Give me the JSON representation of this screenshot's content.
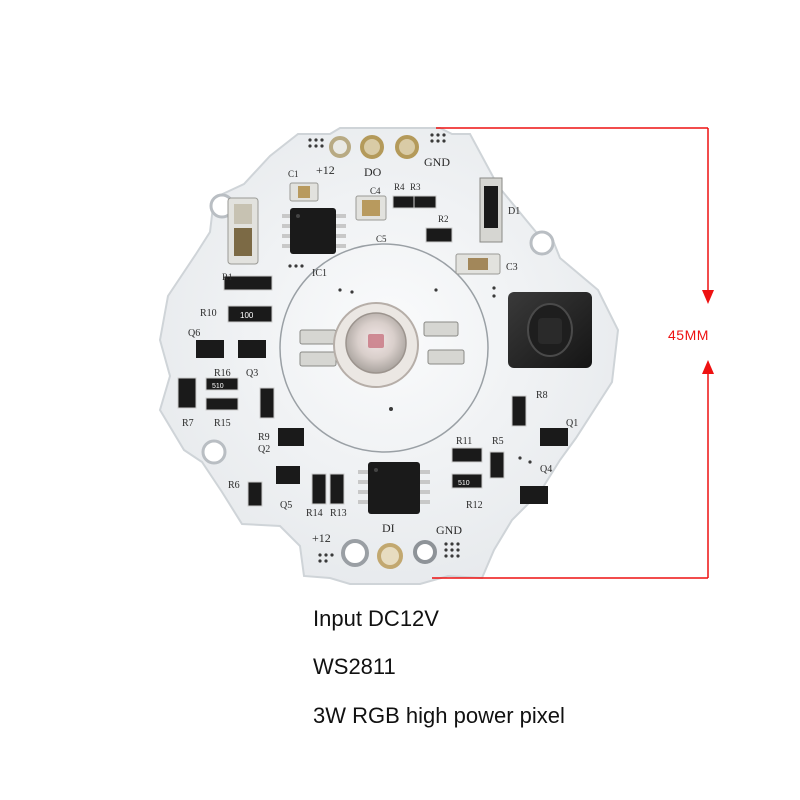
{
  "product": {
    "captions": {
      "input": "Input DC12V",
      "ic": "WS2811",
      "description": "3W RGB high power pixel"
    },
    "dimension": {
      "label": "45MM",
      "color": "#ee1111"
    }
  },
  "board": {
    "pads_top": {
      "plus12": "+12",
      "data_out": "DO",
      "gnd": "GND"
    },
    "pads_bottom": {
      "plus12": "+12",
      "data_in": "DI",
      "gnd": "GND"
    },
    "component_labels": {
      "c1": "C1",
      "c3": "C3",
      "c4": "C4",
      "c5": "C5",
      "r1": "R1",
      "r2": "R2",
      "r3": "R3",
      "r4": "R4",
      "r5": "R5",
      "r6": "R6",
      "r7": "R7",
      "r8": "R8",
      "r9": "R9",
      "r10": "R10",
      "r11": "R11",
      "r12": "R12",
      "r13": "R13",
      "r14": "R14",
      "r15": "R15",
      "r16": "R16",
      "q1": "Q1",
      "q2": "Q2",
      "q3": "Q3",
      "q4": "Q4",
      "q5": "Q5",
      "q6": "Q6",
      "d1": "D1",
      "ic1": "IC1"
    },
    "resistor_markings": {
      "r10": "100",
      "r12": "510",
      "r16": "510"
    },
    "colors": {
      "board": "#f4f6f8",
      "ic_body": "#1a1a1a",
      "silkscreen": "#2a2a2a",
      "led_lens": "#d8d0c8"
    }
  }
}
